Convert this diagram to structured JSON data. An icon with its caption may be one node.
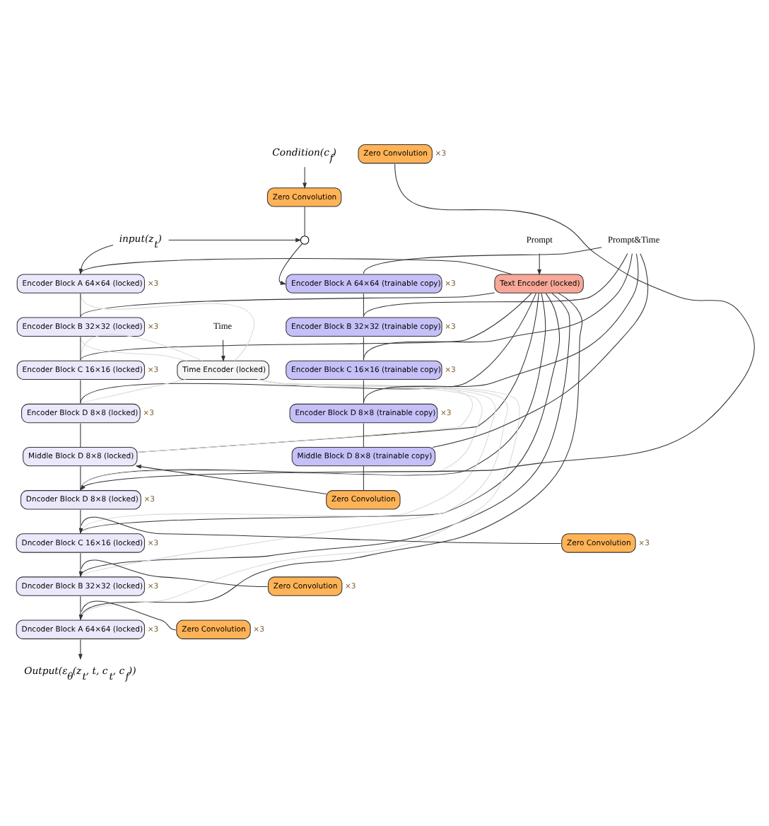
{
  "diagram": {
    "nodes": [
      {
        "text": [
          "Condition(c$_{f}$)"
        ]
      },
      {
        "text": [
          "Zero Convolution"
        ]
      },
      {
        "text": [
          "input(z$_{t}$)"
        ]
      },
      {
        "text": [],
        "shape": "circle"
      },
      {
        "text": [
          "Prompt"
        ]
      },
      {
        "text": [
          "Text Encoder (locked)"
        ]
      },
      {
        "text": [
          "Time"
        ]
      },
      {
        "text": [
          "Time Encoder (locked)"
        ]
      },
      {
        "text": [
          "Encoder Block A 64×64 (locked)"
        ],
        "beside": [
          "×3"
        ]
      },
      {
        "text": [
          "Encoder Block B 32×32 (locked)"
        ],
        "beside": [
          "×3"
        ]
      },
      {
        "text": [
          "Encoder Block C 16×16 (locked)"
        ],
        "beside": [
          "×3"
        ]
      },
      {
        "text": [
          "Encoder Block D 8×8 (locked)"
        ],
        "beside": [
          "×3"
        ]
      },
      {
        "text": [
          "Middle Block D 8×8 (locked)"
        ]
      },
      {
        "text": [
          "Dncoder Block D 8×8 (locked)"
        ],
        "beside": [
          "×3"
        ]
      },
      {
        "text": [
          "Dncoder Block C 16×16 (locked)"
        ],
        "beside": [
          "×3"
        ]
      },
      {
        "text": [
          "Dncoder Block B 32×32 (locked)"
        ],
        "beside": [
          "×3"
        ]
      },
      {
        "text": [
          "Dncoder Block A 64×64 (locked)"
        ],
        "beside": [
          "×3"
        ]
      },
      {
        "text": [
          "Prompt&Time"
        ]
      },
      {
        "text": [
          "Encoder Block A 64×64 (trainable copy)"
        ],
        "beside": [
          "×3"
        ]
      },
      {
        "text": [
          "Encoder Block B 32×32 (trainable copy)"
        ],
        "beside": [
          "×3"
        ]
      },
      {
        "text": [
          "Encoder Block C 16×16 (trainable copy)"
        ],
        "beside": [
          "×3"
        ]
      },
      {
        "text": [
          "Encoder Block D 8×8 (trainable copy)"
        ],
        "beside": [
          "×3"
        ]
      },
      {
        "text": [
          "Middle Block D 8×8 (trainable copy)"
        ]
      },
      {
        "text": [
          "Zero Convolution"
        ]
      },
      {
        "text": [
          "Zero Convolution"
        ],
        "beside": [
          "×3"
        ]
      },
      {
        "text": [
          "Zero Convolution"
        ],
        "beside": [
          "×3"
        ]
      },
      {
        "text": [
          "Zero Convolution"
        ],
        "beside": [
          "×3"
        ]
      },
      {
        "text": [
          "Zero Convolution"
        ],
        "beside": [
          "×3"
        ]
      },
      {
        "text": [
          "Output(ε$_{θ}$(z$_{t}$, t, c$_{t}$, c$_{f}$))"
        ]
      }
    ],
    "edges": [
      {
        "from": 0,
        "to": 1,
        "arrow": "to"
      },
      {
        "from": 1,
        "to": 3,
        "arrow": "none"
      },
      {
        "from": 2,
        "to": 3,
        "arrow": "to"
      },
      {
        "from": 2,
        "to": 8,
        "arrow": "to"
      },
      {
        "from": 3,
        "to": 18,
        "arrow": "to"
      },
      {
        "from": 4,
        "to": 5,
        "arrow": "to"
      },
      {
        "from": 6,
        "to": 7,
        "arrow": "to"
      },
      {
        "from": 8,
        "to": 9,
        "arrow": "none"
      },
      {
        "from": 9,
        "to": 10,
        "arrow": "none"
      },
      {
        "from": 10,
        "to": 11,
        "arrow": "none"
      },
      {
        "from": 11,
        "to": 12,
        "arrow": "none"
      },
      {
        "from": 12,
        "to": 13,
        "arrow": "none"
      },
      {
        "from": 13,
        "to": 14,
        "arrow": "none"
      },
      {
        "from": 14,
        "to": 15,
        "arrow": "none"
      },
      {
        "from": 15,
        "to": 16,
        "arrow": "none"
      },
      {
        "from": 16,
        "to": 28,
        "arrow": "to"
      },
      {
        "from": 5,
        "to": 8,
        "arrow": "none"
      },
      {
        "from": 5,
        "to": 9,
        "arrow": "none"
      },
      {
        "from": 5,
        "to": 10,
        "arrow": "none"
      },
      {
        "from": 5,
        "to": 11,
        "arrow": "none"
      },
      {
        "from": 5,
        "to": 12,
        "arrow": "none"
      },
      {
        "from": 5,
        "to": 13,
        "arrow": "none"
      },
      {
        "from": 5,
        "to": 14,
        "arrow": "none"
      },
      {
        "from": 5,
        "to": 15,
        "arrow": "none"
      },
      {
        "from": 5,
        "to": 16,
        "arrow": "none"
      },
      {
        "from": 7,
        "to": 8,
        "arrow": "none",
        "color": "#d9d9d9"
      },
      {
        "from": 7,
        "to": 9,
        "arrow": "none",
        "color": "#d9d9d9"
      },
      {
        "from": 7,
        "to": 10,
        "arrow": "none",
        "color": "#d9d9d9"
      },
      {
        "from": 7,
        "to": 11,
        "arrow": "none",
        "color": "#d9d9d9"
      },
      {
        "from": 7,
        "to": 12,
        "arrow": "none",
        "color": "#d9d9d9"
      },
      {
        "from": 7,
        "to": 13,
        "arrow": "none",
        "color": "#d9d9d9"
      },
      {
        "from": 7,
        "to": 14,
        "arrow": "none",
        "color": "#d9d9d9"
      },
      {
        "from": 7,
        "to": 15,
        "arrow": "none",
        "color": "#d9d9d9"
      },
      {
        "from": 7,
        "to": 16,
        "arrow": "none",
        "color": "#d9d9d9"
      },
      {
        "from": 18,
        "to": 19,
        "arrow": "none"
      },
      {
        "from": 19,
        "to": 20,
        "arrow": "none"
      },
      {
        "from": 20,
        "to": 21,
        "arrow": "none"
      },
      {
        "from": 21,
        "to": 22,
        "arrow": "none"
      },
      {
        "from": 22,
        "to": 23,
        "arrow": "none"
      },
      {
        "from": 17,
        "to": 18,
        "arrow": "none"
      },
      {
        "from": 17,
        "to": 19,
        "arrow": "none"
      },
      {
        "from": 17,
        "to": 20,
        "arrow": "none"
      },
      {
        "from": 17,
        "to": 21,
        "arrow": "none"
      },
      {
        "from": 17,
        "to": 22,
        "arrow": "none"
      },
      {
        "from": 23,
        "to": 12,
        "arrow": "to"
      },
      {
        "from": 24,
        "to": 13,
        "arrow": "to"
      },
      {
        "from": 25,
        "to": 14,
        "arrow": "to"
      },
      {
        "from": 26,
        "to": 15,
        "arrow": "to"
      },
      {
        "from": 27,
        "to": 16,
        "arrow": "to"
      }
    ]
  }
}
